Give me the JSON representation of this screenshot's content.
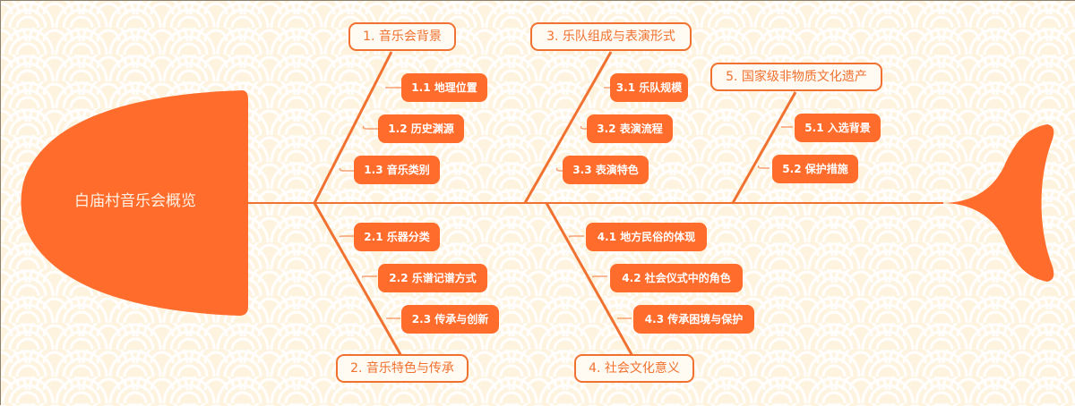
{
  "diagram": {
    "type": "fishbone",
    "colors": {
      "accent": "#ff6c2b",
      "line": "#f07130",
      "background": "#fdf6e6",
      "pattern": "#ffffff",
      "head_text": "#fff2e4"
    },
    "head": {
      "title": "白庙村音乐会概览"
    },
    "branches": [
      {
        "label": "1. 音乐会背景",
        "position": "top",
        "children": [
          "1.1 地理位置",
          "1.2 历史渊源",
          "1.3 音乐类别"
        ]
      },
      {
        "label": "2. 音乐特色与传承",
        "position": "bottom",
        "children": [
          "2.1 乐器分类",
          "2.2 乐谱记谱方式",
          "2.3 传承与创新"
        ]
      },
      {
        "label": "3. 乐队组成与表演形式",
        "position": "top",
        "children": [
          "3.1 乐队规模",
          "3.2 表演流程",
          "3.3 表演特色"
        ]
      },
      {
        "label": "4. 社会文化意义",
        "position": "bottom",
        "children": [
          "4.1 地方民俗的体现",
          "4.2 社会仪式中的角色",
          "4.3 传承困境与保护"
        ]
      },
      {
        "label": "5. 国家级非物质文化遗产",
        "position": "top",
        "children": [
          "5.1 入选背景",
          "5.2 保护措施"
        ]
      }
    ]
  }
}
